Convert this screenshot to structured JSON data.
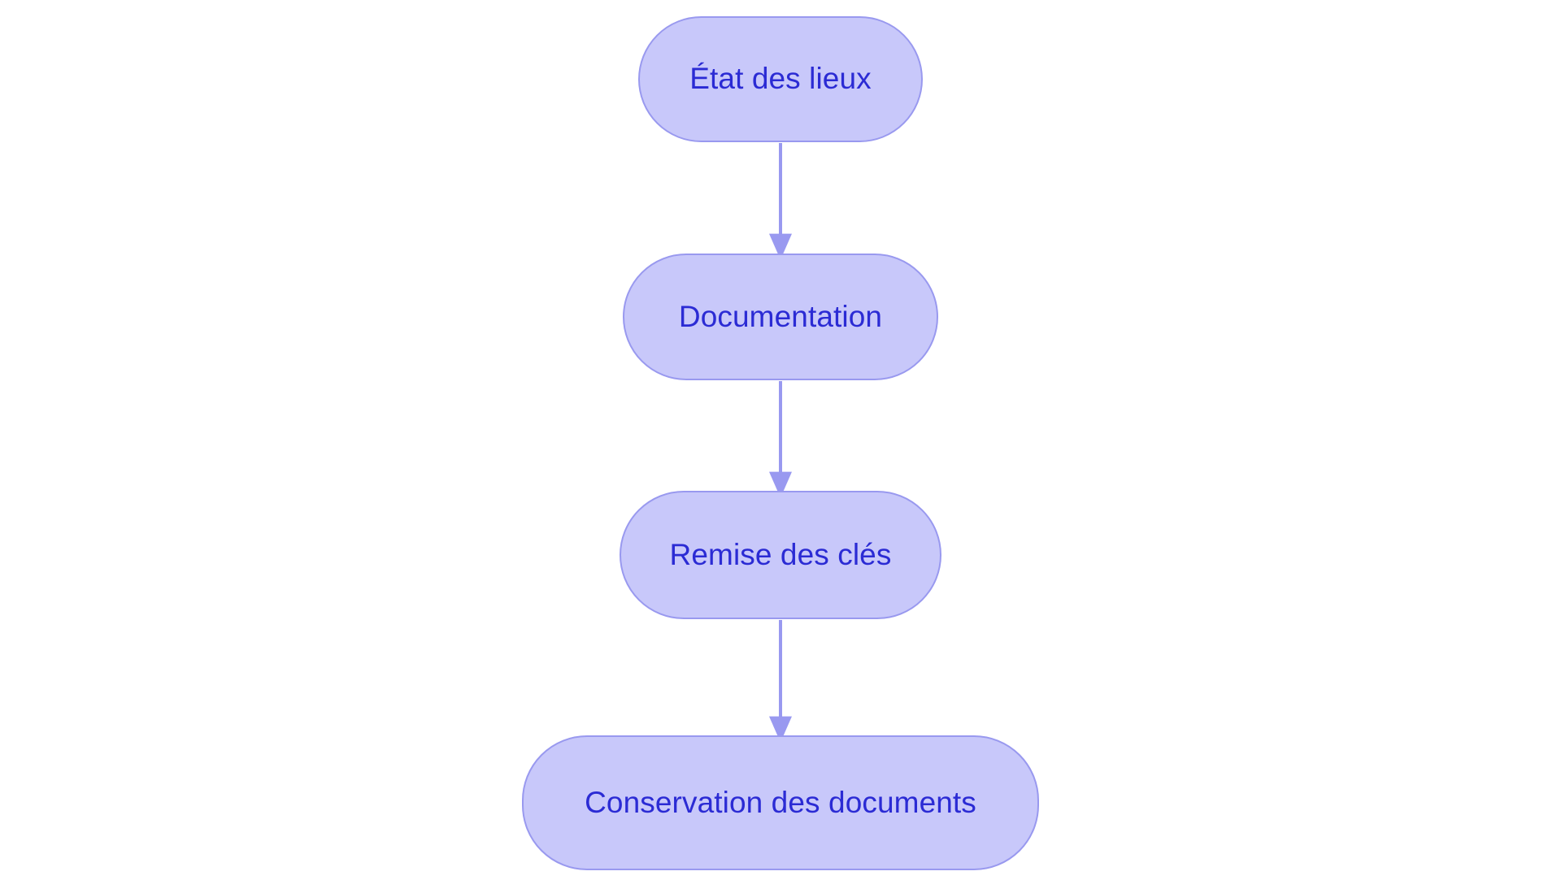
{
  "diagram": {
    "type": "flowchart",
    "orientation": "top-to-bottom",
    "background_color": "#ffffff",
    "node_fill_color": "#c8c8fa",
    "node_border_color": "#9999ef",
    "node_text_color": "#2b2bd4",
    "edge_color": "#9999f0",
    "nodes": [
      {
        "id": "etat-des-lieux",
        "label": "État des lieux"
      },
      {
        "id": "documentation",
        "label": "Documentation"
      },
      {
        "id": "remise-des-cles",
        "label": "Remise des clés"
      },
      {
        "id": "conservation-des-documents",
        "label": "Conservation des documents"
      }
    ],
    "edges": [
      {
        "from": "etat-des-lieux",
        "to": "documentation",
        "label": ""
      },
      {
        "from": "documentation",
        "to": "remise-des-cles",
        "label": ""
      },
      {
        "from": "remise-des-cles",
        "to": "conservation-des-documents",
        "label": ""
      }
    ]
  }
}
